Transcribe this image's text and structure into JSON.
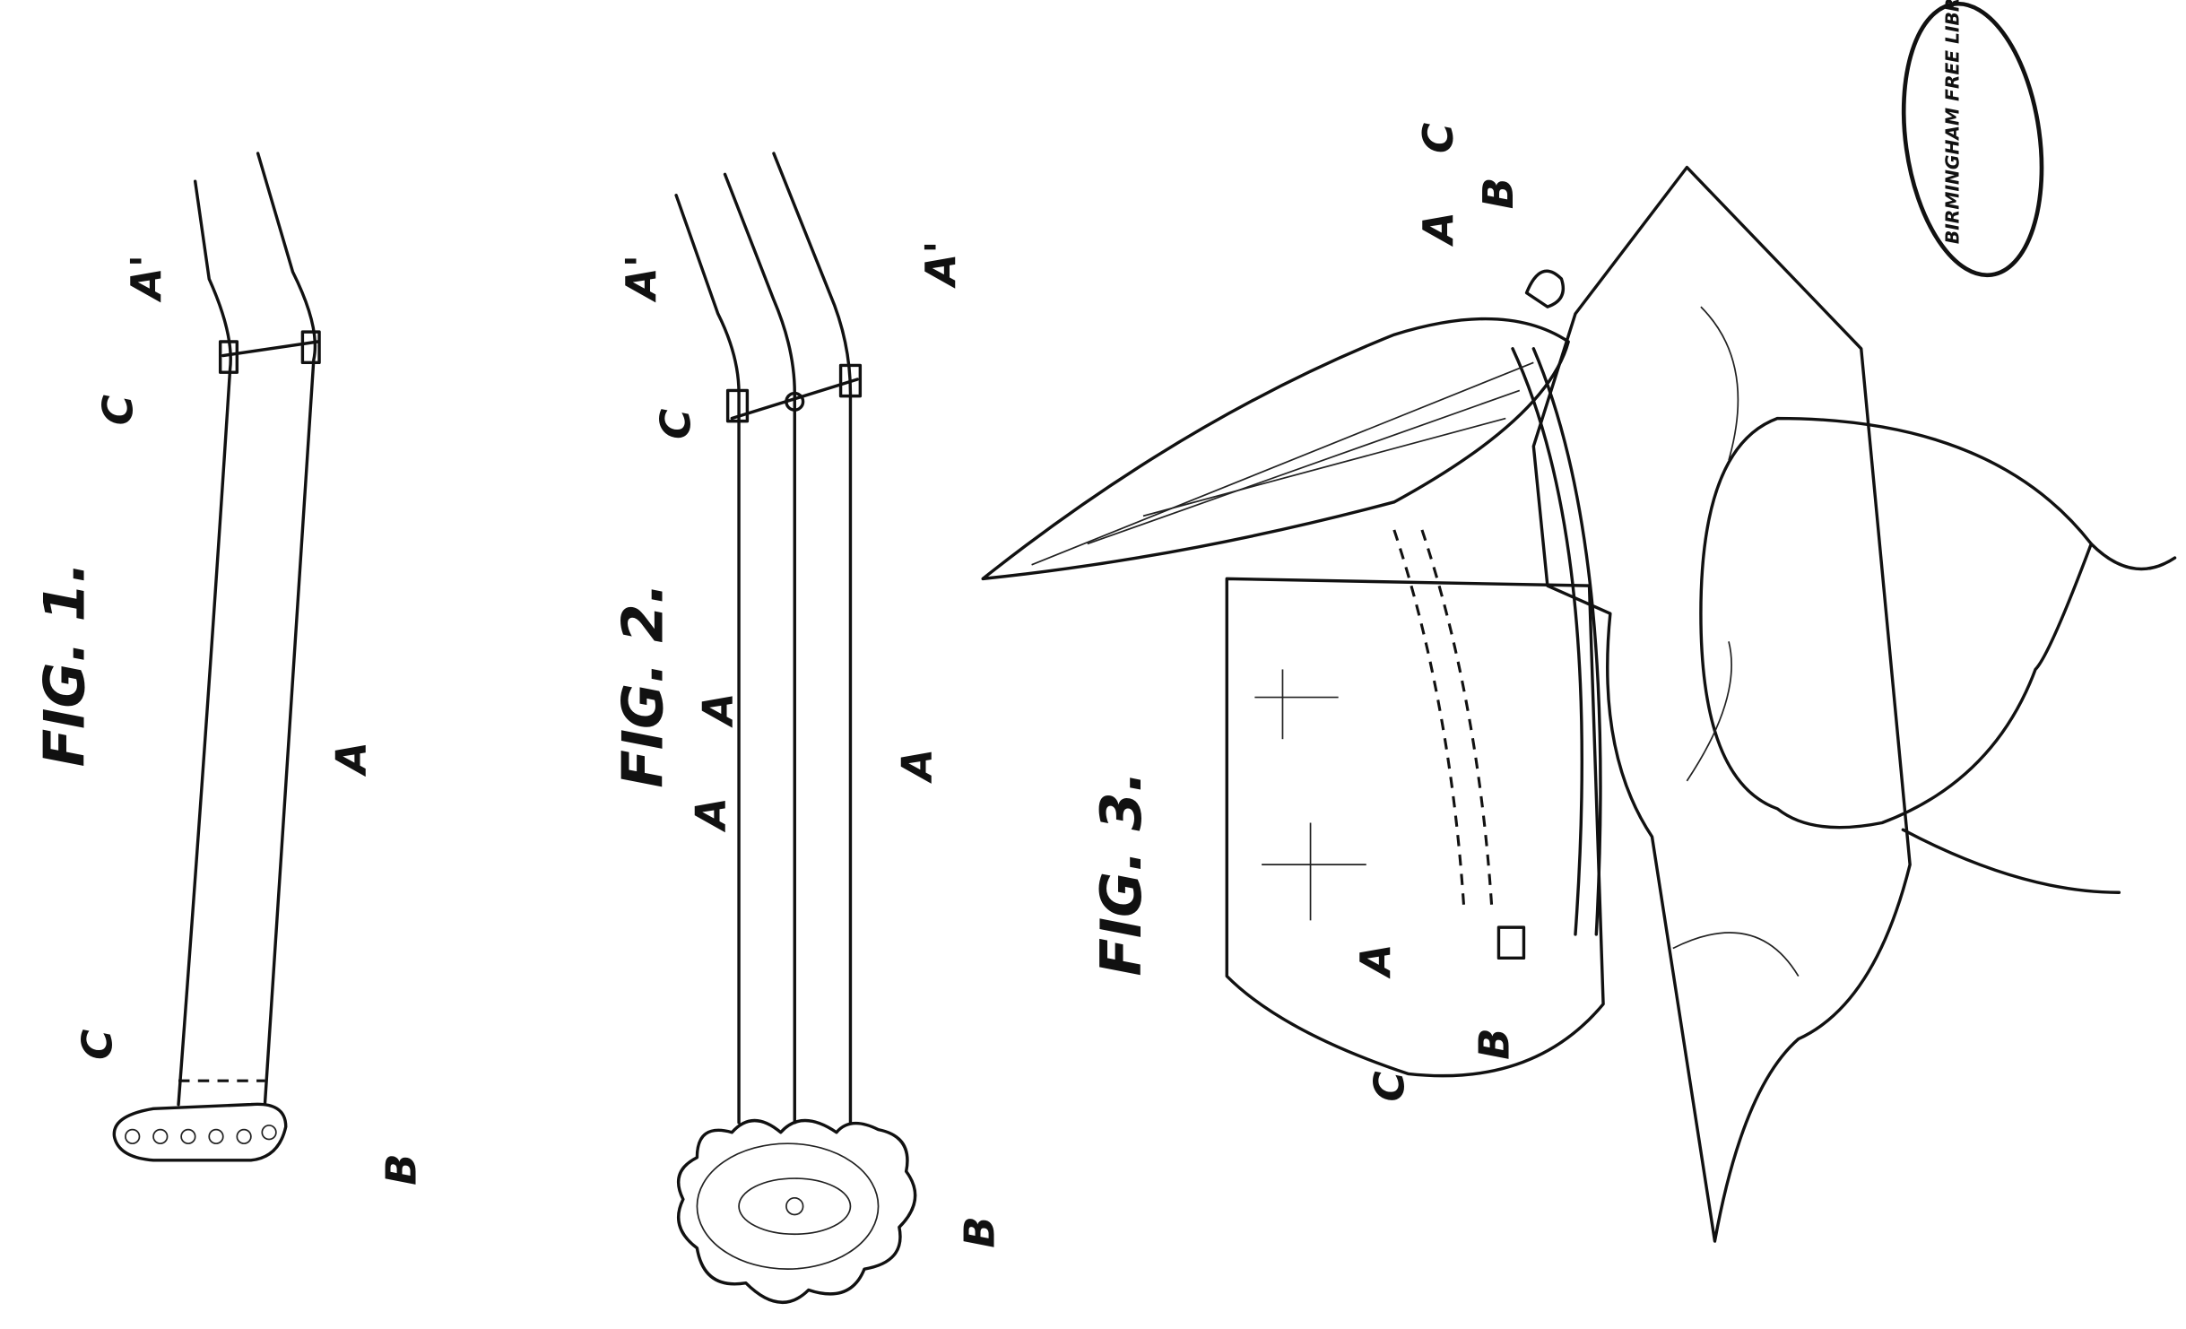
{
  "figures": {
    "fig1": {
      "title": "FIG. 1.",
      "labels": {
        "a_prime": "A'",
        "c_top": "C",
        "c_bottom": "C",
        "a": "A",
        "b": "B"
      }
    },
    "fig2": {
      "title": "FIG. 2.",
      "labels": {
        "a_prime_left": "A'",
        "a_prime_right": "A'",
        "c": "C",
        "a_1": "A",
        "a_2": "A",
        "a_3": "A",
        "b": "B"
      }
    },
    "fig3": {
      "title": "FIG. 3.",
      "labels": {
        "a_top": "A",
        "b_top": "B",
        "c_top": "C",
        "a_bottom": "A",
        "b_bottom": "B",
        "c_bottom": "C"
      }
    }
  },
  "stamp": {
    "text": "BIRMINGHAM FREE LIBRARIES"
  }
}
